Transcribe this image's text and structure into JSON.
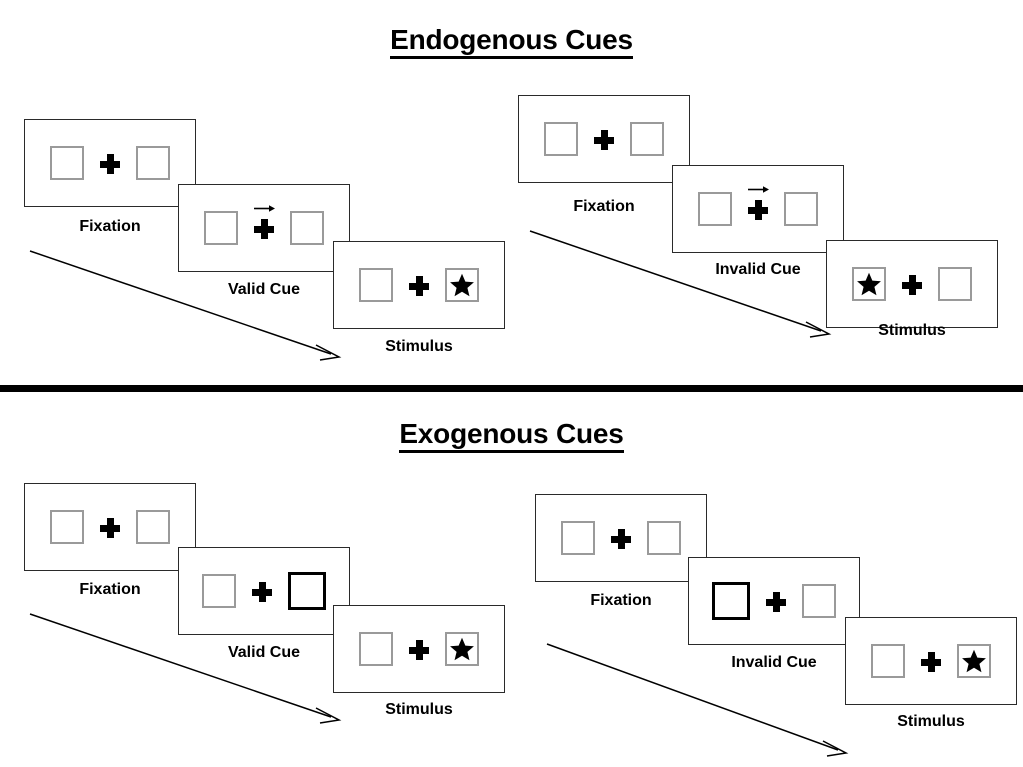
{
  "sections": [
    {
      "id": "endogenous",
      "title": "Endogenous Cues",
      "columns": [
        {
          "id": "endo-valid",
          "frames": [
            {
              "label": "Fixation",
              "cue_type": "none",
              "cue_side": "none",
              "target_side": "none"
            },
            {
              "label": "Valid Cue",
              "cue_type": "arrow",
              "cue_side": "right",
              "target_side": "none"
            },
            {
              "label": "Stimulus",
              "cue_type": "none",
              "cue_side": "none",
              "target_side": "right"
            }
          ]
        },
        {
          "id": "endo-invalid",
          "frames": [
            {
              "label": "Fixation",
              "cue_type": "none",
              "cue_side": "none",
              "target_side": "none"
            },
            {
              "label": "Invalid Cue",
              "cue_type": "arrow",
              "cue_side": "right",
              "target_side": "none"
            },
            {
              "label": "Stimulus",
              "cue_type": "none",
              "cue_side": "none",
              "target_side": "left"
            }
          ]
        }
      ]
    },
    {
      "id": "exogenous",
      "title": "Exogenous Cues",
      "columns": [
        {
          "id": "exo-valid",
          "frames": [
            {
              "label": "Fixation",
              "cue_type": "none",
              "cue_side": "none",
              "target_side": "none"
            },
            {
              "label": "Valid Cue",
              "cue_type": "box-flash",
              "cue_side": "right",
              "target_side": "none"
            },
            {
              "label": "Stimulus",
              "cue_type": "none",
              "cue_side": "none",
              "target_side": "right"
            }
          ]
        },
        {
          "id": "exo-invalid",
          "frames": [
            {
              "label": "Fixation",
              "cue_type": "none",
              "cue_side": "none",
              "target_side": "none"
            },
            {
              "label": "Invalid Cue",
              "cue_type": "box-flash",
              "cue_side": "left",
              "target_side": "none"
            },
            {
              "label": "Stimulus",
              "cue_type": "none",
              "cue_side": "none",
              "target_side": "right"
            }
          ]
        }
      ]
    }
  ],
  "labels": {
    "endo_title": "Endogenous Cues",
    "exo_title": "Exogenous Cues",
    "fixation": "Fixation",
    "valid_cue": "Valid Cue",
    "invalid_cue": "Invalid Cue",
    "stimulus": "Stimulus"
  },
  "colors": {
    "background": "#ffffff",
    "frame_border": "#2a2a2a",
    "box_border": "#9a9a9a",
    "cued_box_border": "#000000",
    "ink": "#000000",
    "divider": "#000000"
  },
  "icons": {
    "fixation_cross": "plus-cross-icon",
    "cue_arrow": "arrow-right-icon",
    "target": "star-icon",
    "time_flow": "diagonal-arrow-icon"
  }
}
